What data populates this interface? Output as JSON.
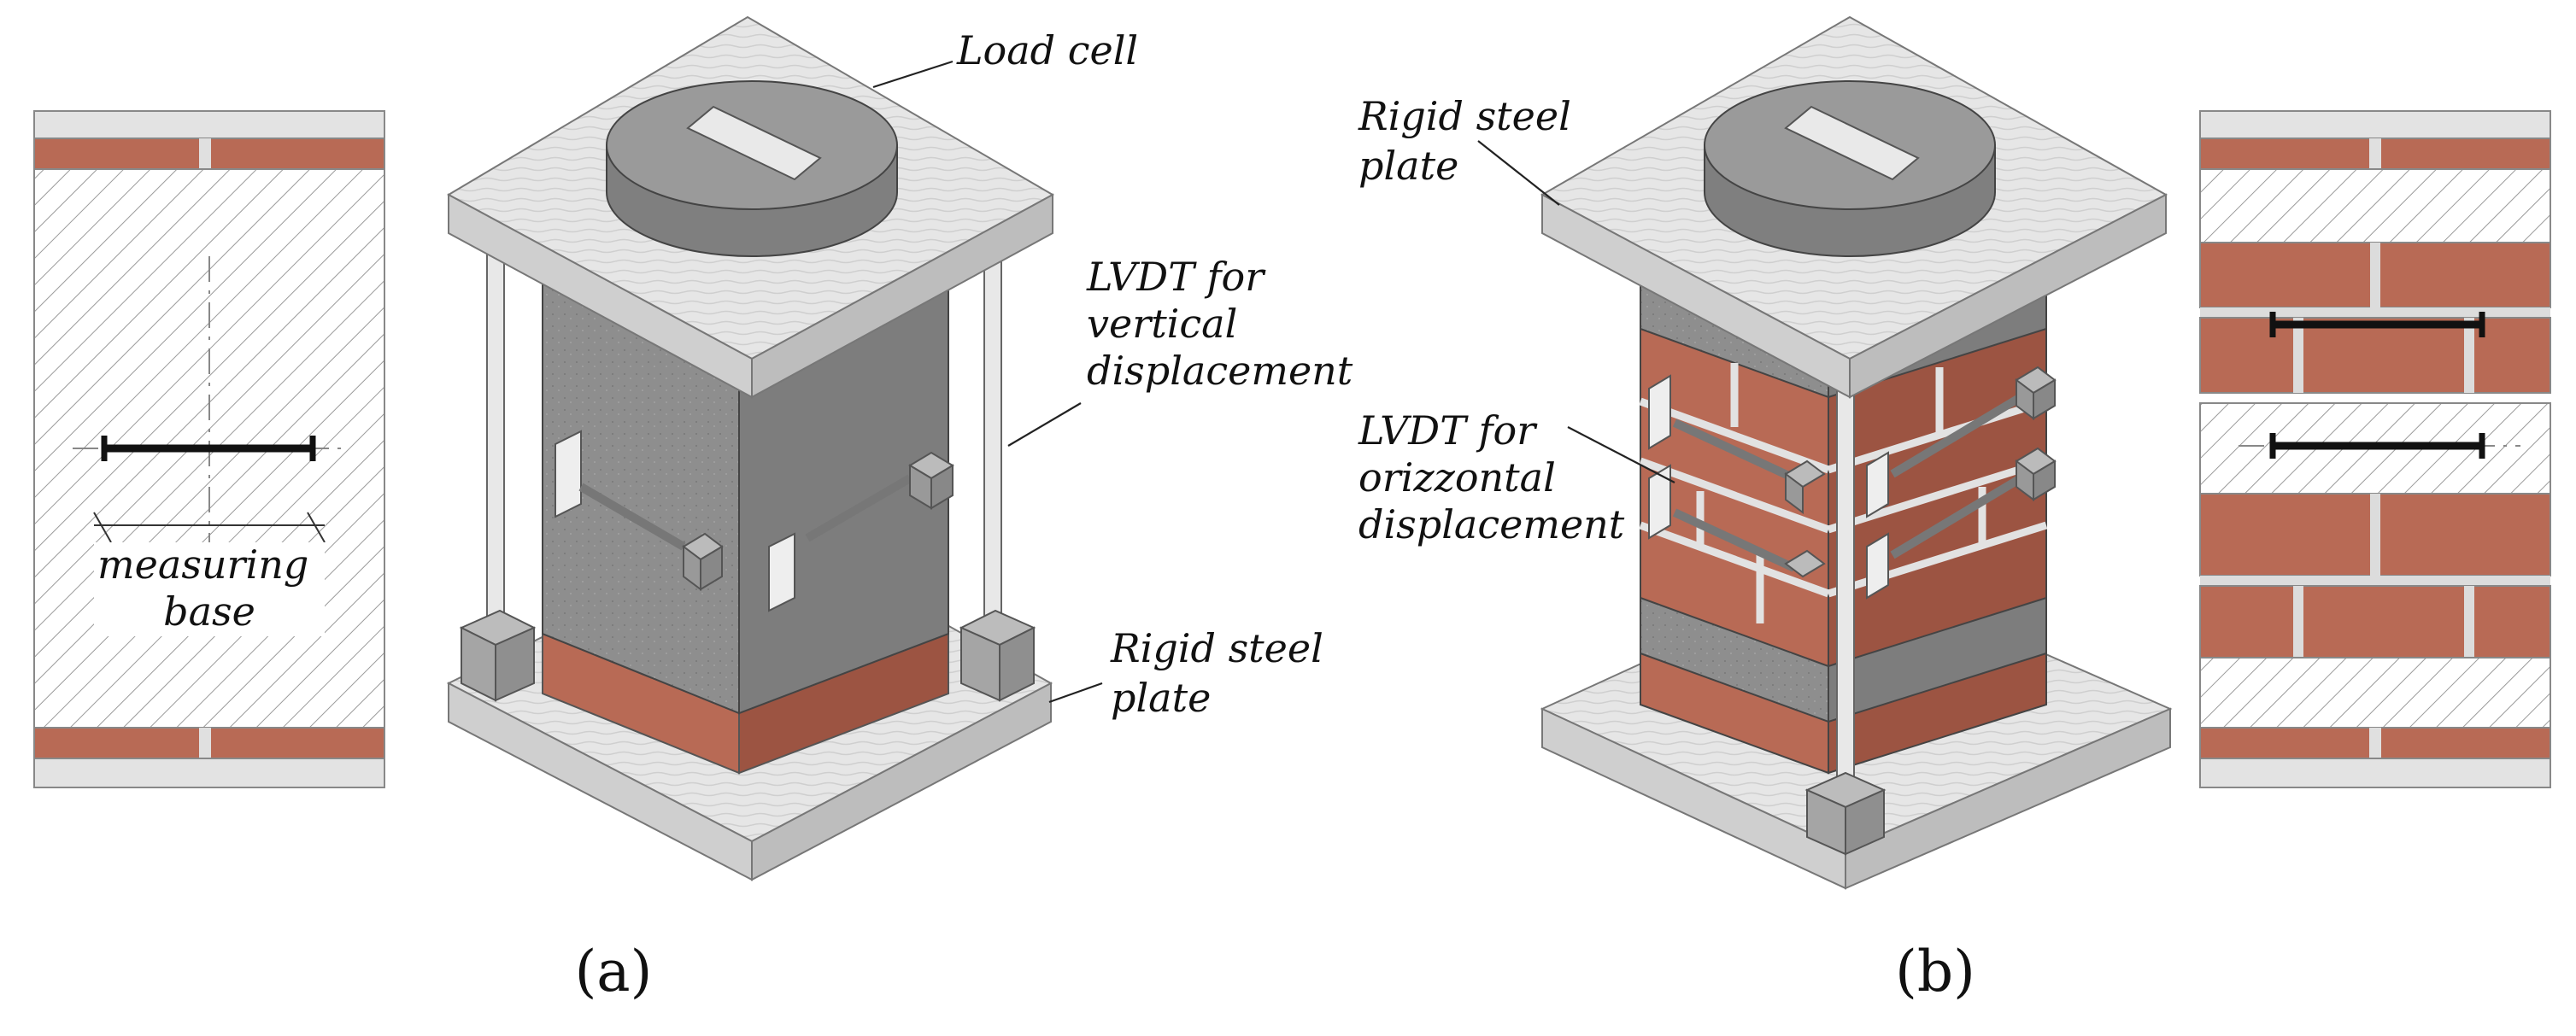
{
  "labels": {
    "load_cell": "Load cell",
    "lvdt_vertical": [
      "LVDT for",
      "vertical",
      "displacement"
    ],
    "rigid_plate_a": [
      "Rigid steel",
      "plate"
    ],
    "rigid_plate_b": [
      "Rigid steel",
      "plate"
    ],
    "lvdt_horizontal": [
      "LVDT for",
      "orizzontal",
      "displacement"
    ],
    "measuring_base": [
      "measuring",
      "base"
    ]
  },
  "captions": {
    "a": "(a)",
    "b": "(b)"
  },
  "colors": {
    "brick": "#b86a55",
    "brick_dark": "#9c5442",
    "mortar": "#dcdcdc",
    "concrete": "#8e8e8e",
    "concrete_dark": "#6f6f6f",
    "plate": "#e6e6e6",
    "plate_side": "#c9c9c9",
    "loadcell": "#9a9a9a",
    "loadcell_side": "#7f7f7f",
    "line": "#1a1a1a"
  }
}
